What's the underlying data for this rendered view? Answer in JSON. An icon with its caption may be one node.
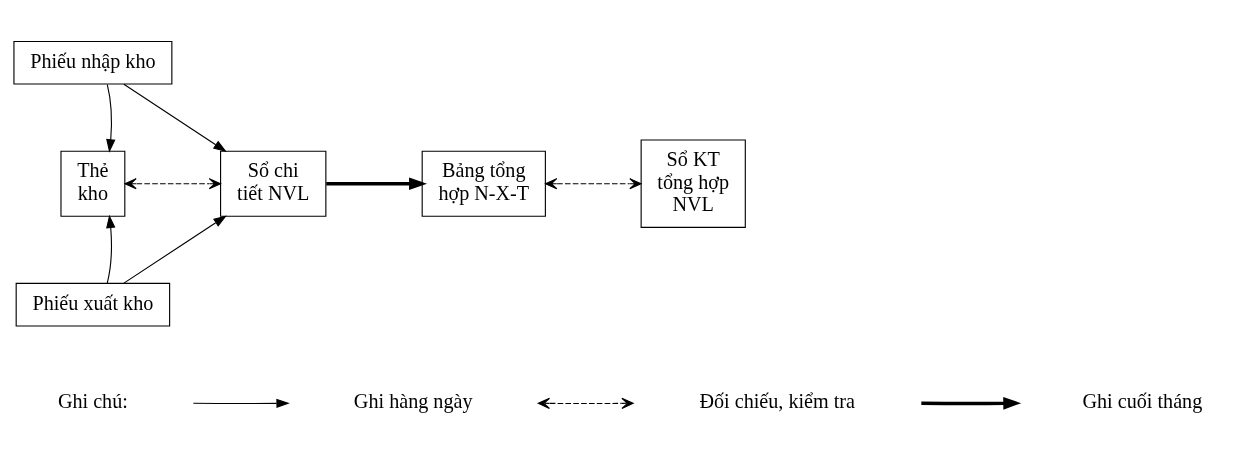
{
  "diagram": {
    "nodes": [
      {
        "text": [
          "Phiếu nhập kho"
        ]
      },
      {
        "text": [
          "Thẻ kho"
        ]
      },
      {
        "text": [
          "Sổ chi tiết NVL"
        ]
      },
      {
        "text": [
          "Bảng tổng hợp N-X-T"
        ]
      },
      {
        "text": [
          "Sổ KT tổng hợp NVL"
        ]
      },
      {
        "text": [
          "Phiếu xuất kho"
        ]
      }
    ],
    "edges": [
      {
        "from": 0,
        "to": 1,
        "arrow": "to"
      },
      {
        "from": 0,
        "to": 2,
        "arrow": "to"
      },
      {
        "from": 1,
        "to": 2,
        "arrow": "both",
        "style": "dashed"
      },
      {
        "from": 2,
        "to": 3,
        "arrow": "to",
        "style": "thick"
      },
      {
        "from": 3,
        "to": 4,
        "arrow": "both",
        "style": "dashed"
      },
      {
        "from": 5,
        "to": 1,
        "arrow": "to"
      },
      {
        "from": 5,
        "to": 2,
        "arrow": "to"
      }
    ],
    "labels": [
      "Ghi chú:"
    ],
    "legend": [
      {
        "text": "Ghi hàng ngày"
      },
      {
        "text": "Đối chiếu, kiểm tra"
      },
      {
        "text": "Ghi cuối tháng"
      }
    ]
  }
}
